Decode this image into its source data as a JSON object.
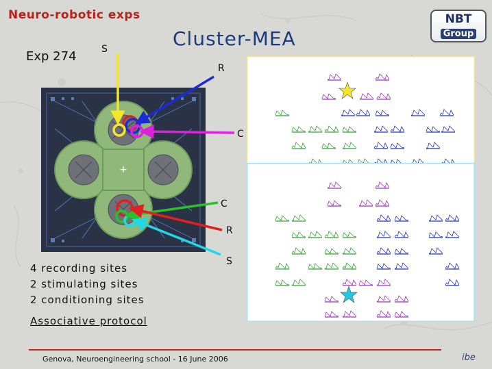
{
  "header": {
    "section_title": "Neuro-robotic exps",
    "experiment": "Exp 274",
    "main_title": "Cluster-MEA"
  },
  "logo": {
    "top": "NBT",
    "bottom": "Group",
    "institution": "ibe"
  },
  "labels": {
    "s_top": "S",
    "r_top": "R",
    "c_top": "C",
    "c_bottom": "C",
    "r_bottom": "R",
    "s_bottom": "S"
  },
  "description": {
    "line1": "4 recording sites",
    "line2": "2 stimulating sites",
    "line3": "2 conditioning sites",
    "protocol": "Associative protocol"
  },
  "footer": "Genova, Neuroengineering school - 16 June 2006",
  "colors": {
    "brand_red": "#b8241c",
    "title_blue": "#1e3a7a",
    "arrow_yellow": "#f5e62a",
    "arrow_blue": "#1a2cd8",
    "arrow_magenta": "#e020e0",
    "arrow_green": "#27c22a",
    "arrow_red": "#e02020",
    "arrow_cyan": "#20d8e8",
    "panel_top_border": "#f0e6a0",
    "panel_bottom_border": "#a8dff0"
  }
}
